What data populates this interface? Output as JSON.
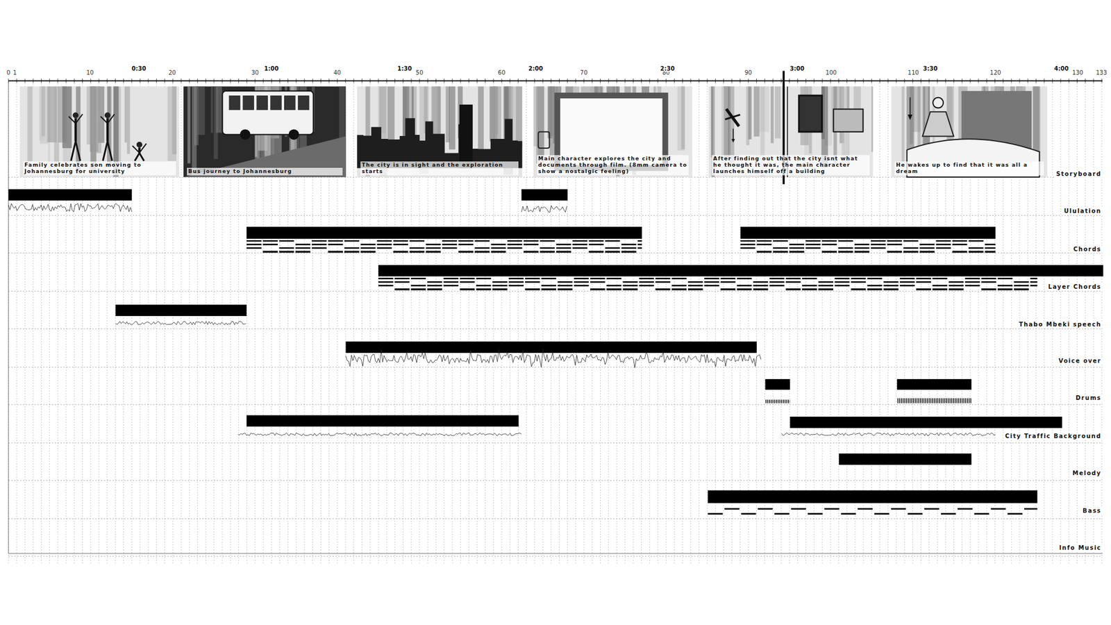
{
  "diagram": {
    "nodes": [
      {
        "text": [
          "Family celebrates son moving to Johannesburg for university"
        ]
      },
      {
        "text": [
          "Bus journey to Johannesburg"
        ]
      },
      {
        "text": [
          "The city is in sight and the exploration starts"
        ]
      },
      {
        "text": [
          "Main character explores the city and documents through film. (8mm camera to show a nostalgic feeling)"
        ]
      },
      {
        "text": [
          "After finding out that the city isnt what he thought it was, the main character launches himself off a building"
        ]
      },
      {
        "text": [
          "He wakes up to find that it was all a dream"
        ]
      }
    ],
    "labels": [
      "0",
      "1",
      "10",
      "20",
      "30",
      "40",
      "50",
      "60",
      "70",
      "80",
      "90",
      "100",
      "110",
      "120",
      "130",
      "133",
      "0:30",
      "1:00",
      "1:30",
      "2:00",
      "2:30",
      "3:00",
      "3:30",
      "4:00",
      "Storyboard",
      "Ululation",
      "Chords",
      "Layer Chords",
      "Thabo Mbeki speech",
      "Voice over",
      "Drums",
      "City Traffic Background",
      "Melody",
      "Bass",
      "Info Music"
    ]
  }
}
